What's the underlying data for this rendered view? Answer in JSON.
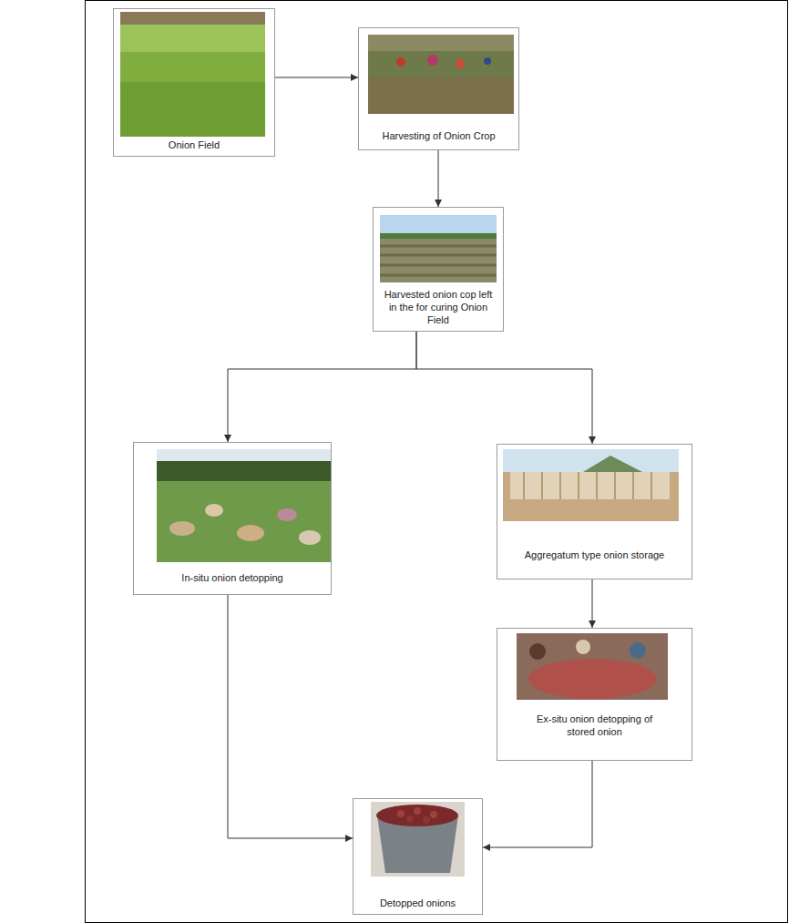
{
  "diagram": {
    "nodes": [
      {
        "text": [
          "Onion Field"
        ]
      },
      {
        "text": [
          "Harvesting of Onion Crop"
        ]
      },
      {
        "text": [
          "Harvested onion cop left in the for curing Onion Field"
        ]
      },
      {
        "text": [
          "In-situ onion detopping"
        ]
      },
      {
        "text": [
          "Aggregatum type onion storage"
        ]
      },
      {
        "text": [
          "Ex-situ onion detopping of stored onion"
        ]
      },
      {
        "text": [
          "Detopped onions"
        ]
      }
    ],
    "edges": [
      {
        "from": 0,
        "to": 1,
        "arrow": "to"
      },
      {
        "from": 1,
        "to": 2,
        "arrow": "to"
      },
      {
        "from": 2,
        "to": 3,
        "arrow": "to"
      },
      {
        "from": 2,
        "to": 4,
        "arrow": "to"
      },
      {
        "from": 4,
        "to": 5,
        "arrow": "to"
      },
      {
        "from": 3,
        "to": 6,
        "arrow": "to"
      },
      {
        "from": 5,
        "to": 6,
        "arrow": "to"
      }
    ]
  }
}
